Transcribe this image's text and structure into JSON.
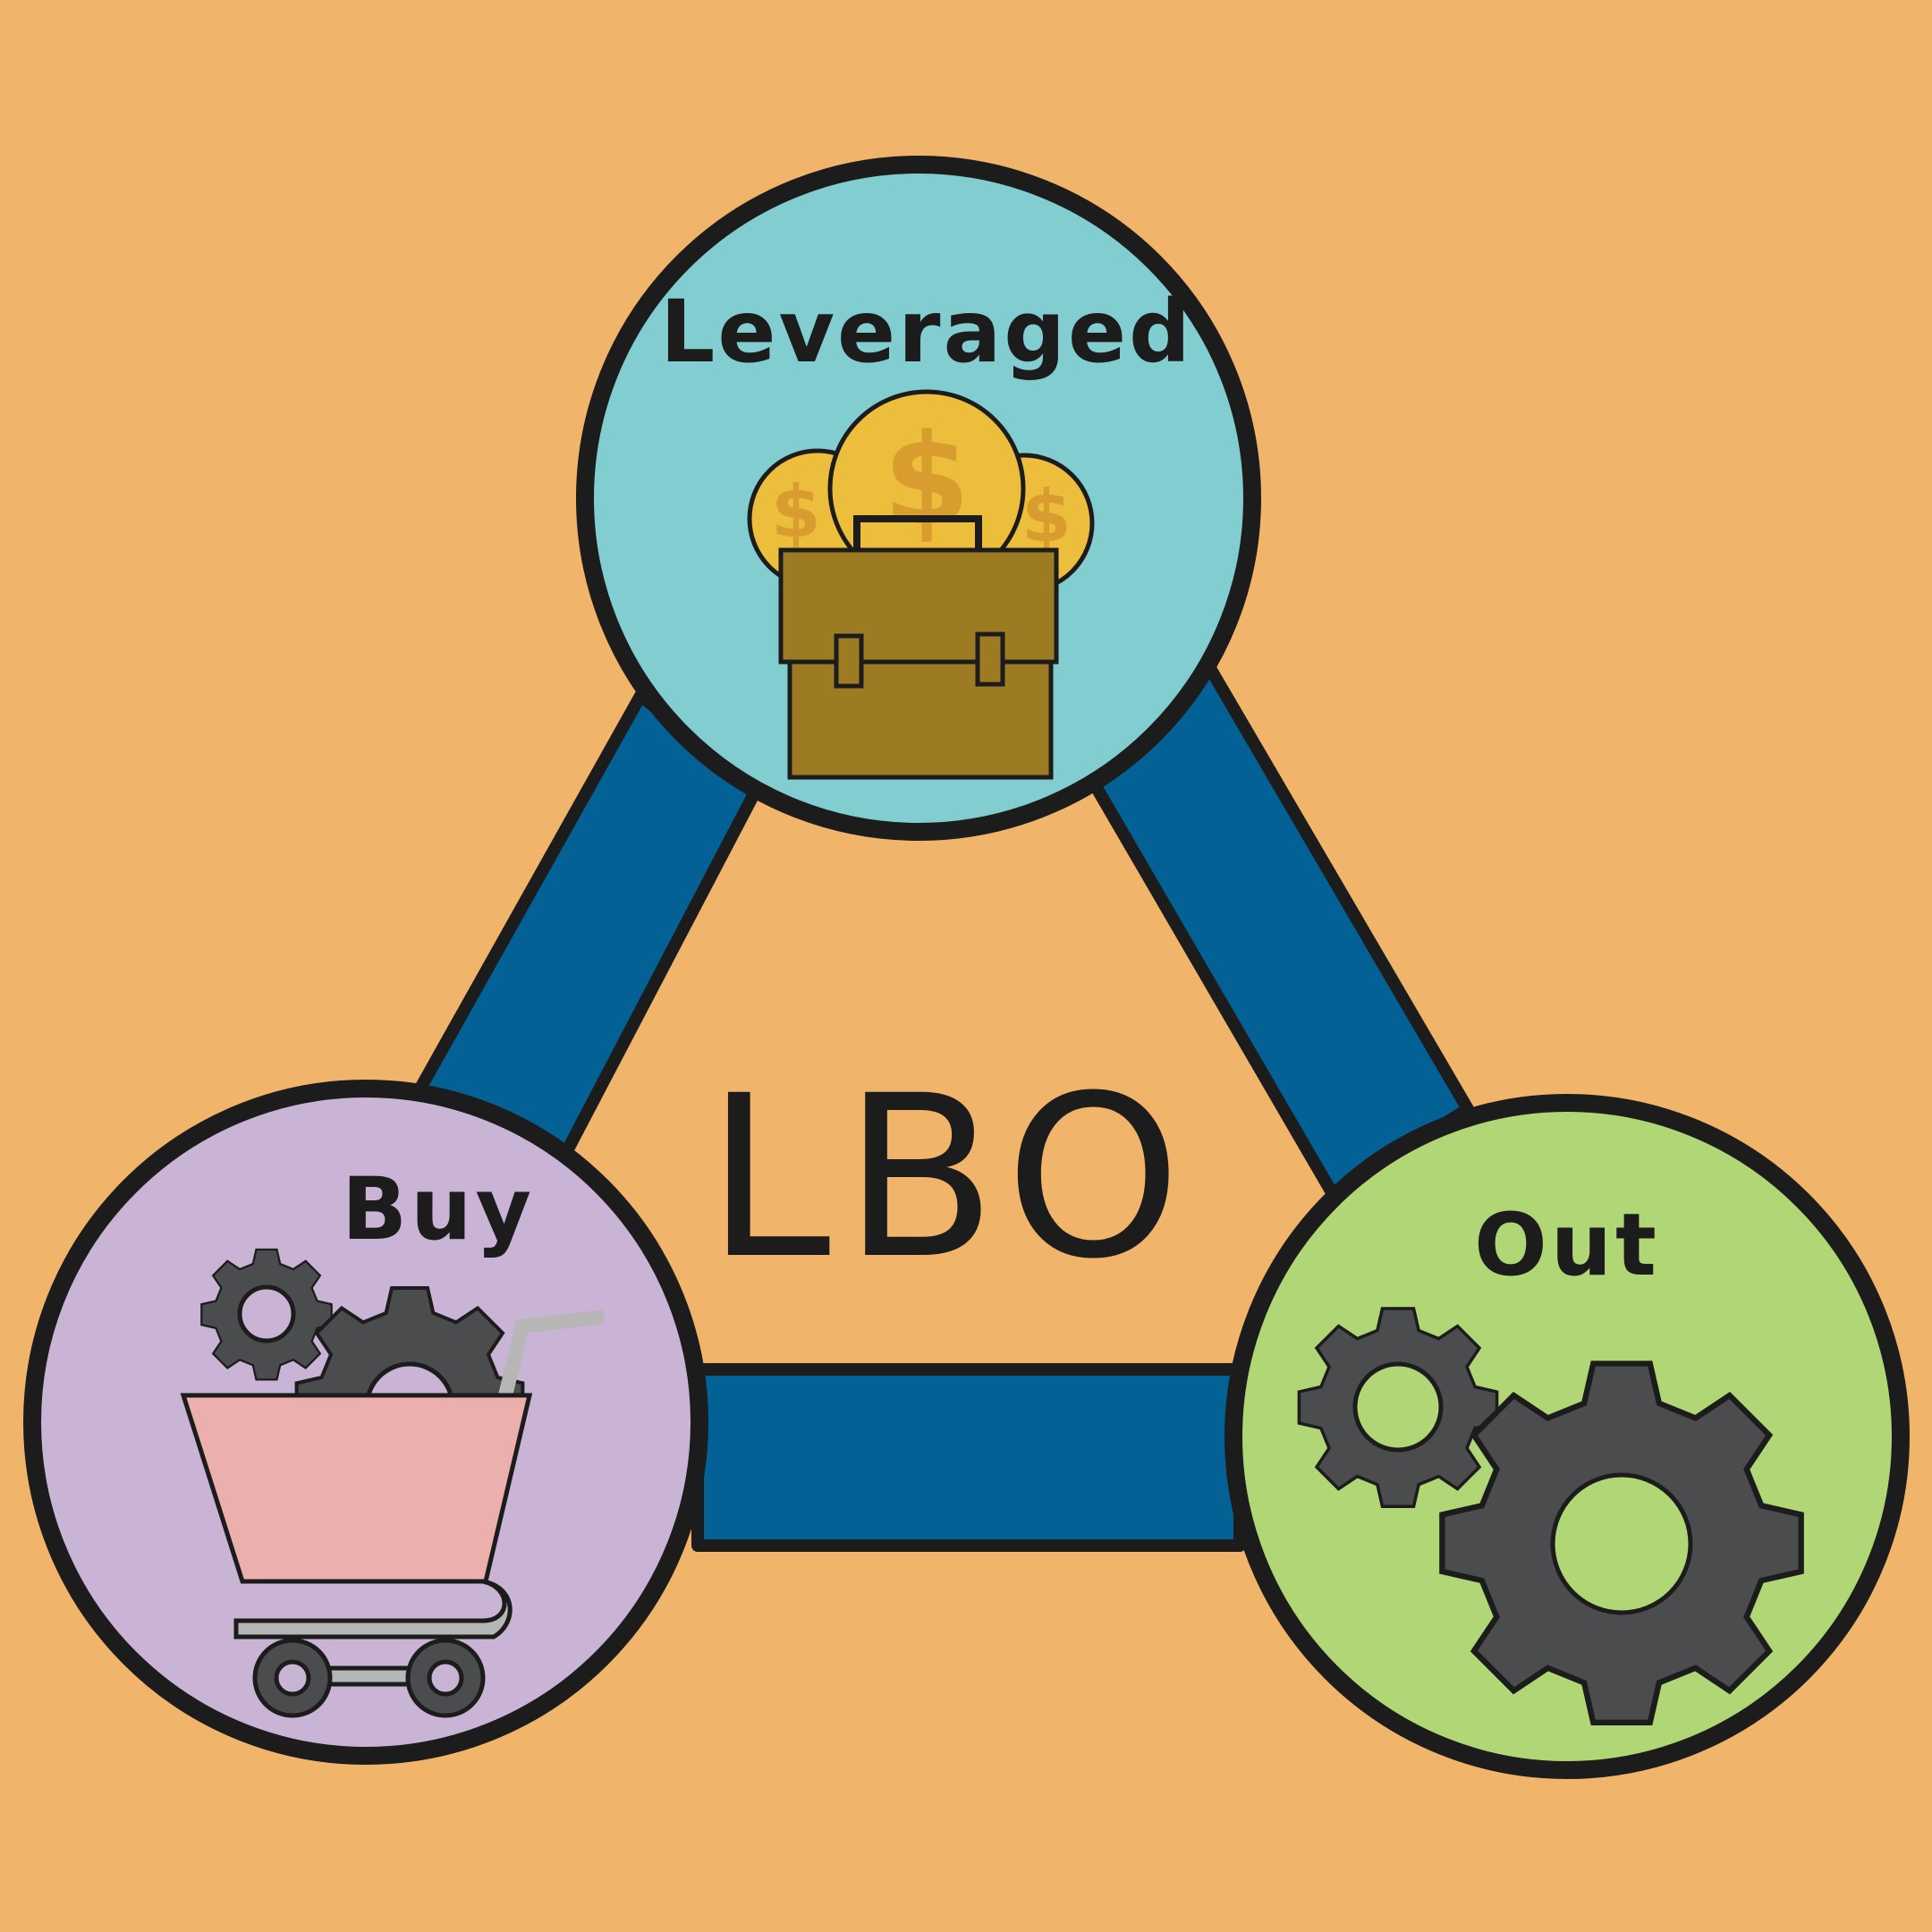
{
  "diagram": {
    "center_label": "LBO",
    "nodes": [
      {
        "id": "leveraged",
        "label": "Leveraged",
        "icon": "money-briefcase-icon",
        "color": "#82cdd0"
      },
      {
        "id": "buy",
        "label": "Buy",
        "icon": "shopping-cart-gears-icon",
        "color": "#c9b4d5"
      },
      {
        "id": "out",
        "label": "Out",
        "icon": "gears-icon",
        "color": "#b0d676"
      }
    ],
    "connectors": [
      {
        "from": "leveraged",
        "to": "buy"
      },
      {
        "from": "leveraged",
        "to": "out"
      },
      {
        "from": "buy",
        "to": "out"
      }
    ]
  },
  "colors": {
    "background": "#f1b46b",
    "connector": "#046195",
    "outline": "#1c1c1c",
    "coin": "#ecbe3c",
    "briefcase": "#9d7b22",
    "gear": "#4b4c4e",
    "cart": "#ebb0ae"
  }
}
